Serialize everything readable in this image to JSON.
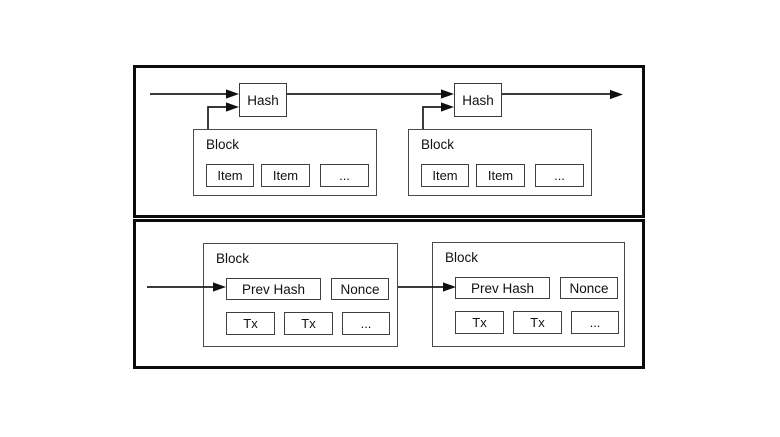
{
  "figure": {
    "timestamp_chain": {
      "hash_nodes": [
        {
          "label": "Hash"
        },
        {
          "label": "Hash"
        }
      ],
      "blocks": [
        {
          "title": "Block",
          "items": [
            "Item",
            "Item",
            "..."
          ]
        },
        {
          "title": "Block",
          "items": [
            "Item",
            "Item",
            "..."
          ]
        }
      ]
    },
    "pow_chain": {
      "blocks": [
        {
          "title": "Block",
          "prev_hash": "Prev Hash",
          "nonce": "Nonce",
          "txs": [
            "Tx",
            "Tx",
            "..."
          ]
        },
        {
          "title": "Block",
          "prev_hash": "Prev Hash",
          "nonce": "Nonce",
          "txs": [
            "Tx",
            "Tx",
            "..."
          ]
        }
      ]
    },
    "colors": {
      "line": "#1d1d1d",
      "panel_border": "#0b0b0b",
      "box_border": "#3f3f3f",
      "background": "#ffffff"
    }
  }
}
